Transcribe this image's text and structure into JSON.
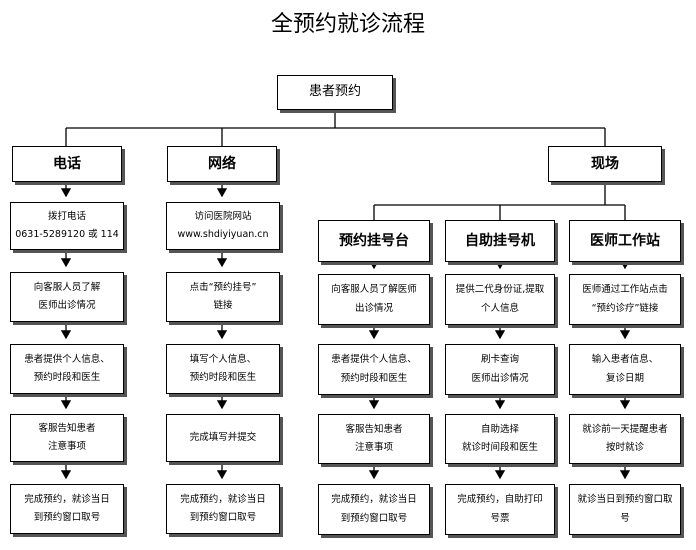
{
  "title": "全预约就诊流程",
  "root": "患者预约",
  "channels": {
    "phone": {
      "label": "电话",
      "steps": [
        "拨打电话\n0631-5289120 或 114",
        "向客服人员了解\n医师出诊情况",
        "患者提供个人信息、\n预约时段和医生",
        "客服告知患者\n注意事项",
        "完成预约，就诊当日\n到预约窗口取号"
      ]
    },
    "web": {
      "label": "网络",
      "steps": [
        "访问医院网站\nwww.shdiyiyuan.cn",
        "点击“预约挂号”\n链接",
        "填写个人信息、\n预约时段和医生",
        "完成填写并提交",
        "完成预约，就诊当日\n到预约窗口取号"
      ]
    },
    "onsite": {
      "label": "现场",
      "subs": [
        {
          "label": "预约挂号台",
          "steps": [
            "向客服人员了解医师\n出诊情况",
            "患者提供个人信息、\n预约时段和医生",
            "客服告知患者\n注意事项",
            "完成预约，就诊当日\n到预约窗口取号"
          ]
        },
        {
          "label": "自助挂号机",
          "steps": [
            "提供二代身份证,提取\n个人信息",
            "刷卡查询\n医师出诊情况",
            "自助选择\n就诊时间段和医生",
            "完成预约，自助打印\n号票"
          ]
        },
        {
          "label": "医师工作站",
          "steps": [
            "医师通过工作站点击\n“预约诊疗”链接",
            "输入患者信息、\n复诊日期",
            "就诊前一天提醒患者\n按时就诊",
            "就诊当日到预约窗口取\n号"
          ]
        }
      ]
    }
  }
}
